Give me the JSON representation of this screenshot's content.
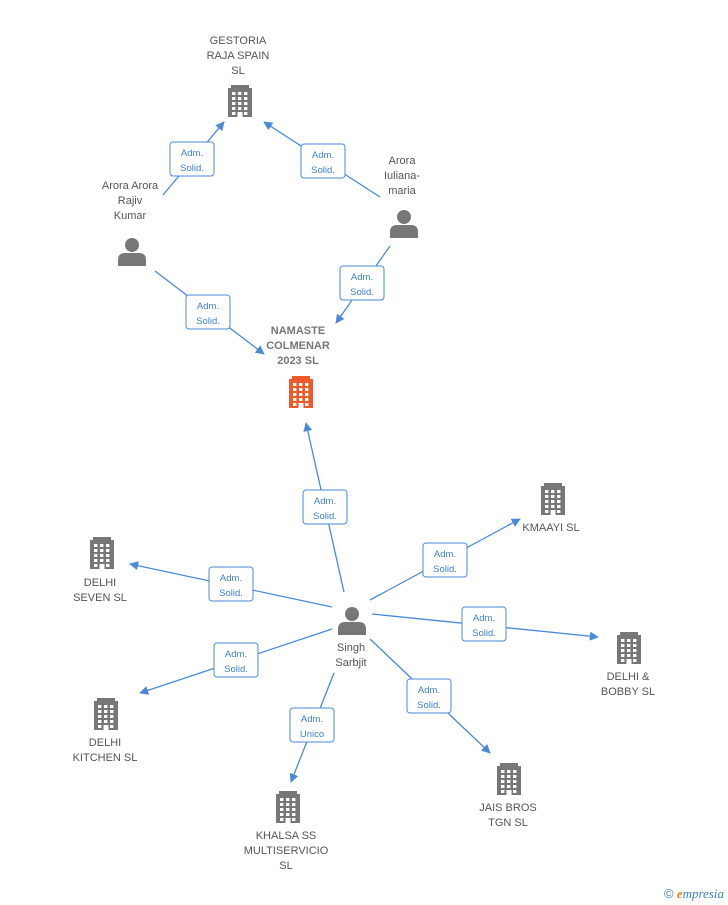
{
  "colors": {
    "edge": "#4a8ad8",
    "company": "#777777",
    "focus_company": "#f05a28",
    "person": "#777777"
  },
  "nodes": [
    {
      "id": "gestoria",
      "kind": "company",
      "icon": "building-icon",
      "lines": [
        "GESTORIA",
        "RAJA SPAIN",
        "SL"
      ]
    },
    {
      "id": "namaste",
      "kind": "focus",
      "icon": "building-icon",
      "lines": [
        "NAMASTE",
        "COLMENAR",
        "2023  SL"
      ]
    },
    {
      "id": "arora_rajiv",
      "kind": "person",
      "icon": "person-icon",
      "lines": [
        "Arora Arora",
        "Rajiv",
        "Kumar"
      ]
    },
    {
      "id": "arora_iuliana",
      "kind": "person",
      "icon": "person-icon",
      "lines": [
        "Arora",
        "Iuliana-",
        "maria"
      ]
    },
    {
      "id": "singh",
      "kind": "person",
      "icon": "person-icon",
      "lines": [
        "Singh",
        "Sarbjit"
      ]
    },
    {
      "id": "kmaayi",
      "kind": "company",
      "icon": "building-icon",
      "lines": [
        "KMAAYI  SL"
      ]
    },
    {
      "id": "delhi_seven",
      "kind": "company",
      "icon": "building-icon",
      "lines": [
        "DELHI",
        "SEVEN  SL"
      ]
    },
    {
      "id": "delhi_bobby",
      "kind": "company",
      "icon": "building-icon",
      "lines": [
        "DELHI &",
        "BOBBY  SL"
      ]
    },
    {
      "id": "delhi_kitchen",
      "kind": "company",
      "icon": "building-icon",
      "lines": [
        "DELHI",
        "KITCHEN  SL"
      ]
    },
    {
      "id": "jais_bros",
      "kind": "company",
      "icon": "building-icon",
      "lines": [
        "JAIS BROS",
        "TGN  SL"
      ]
    },
    {
      "id": "khalsa",
      "kind": "company",
      "icon": "building-icon",
      "lines": [
        "KHALSA SS",
        "MULTISERVICIO",
        "SL"
      ]
    }
  ],
  "edges": [
    {
      "from": "arora_rajiv",
      "to": "gestoria",
      "label": [
        "Adm.",
        "Solid."
      ]
    },
    {
      "from": "arora_iuliana",
      "to": "gestoria",
      "label": [
        "Adm.",
        "Solid."
      ]
    },
    {
      "from": "arora_rajiv",
      "to": "namaste",
      "label": [
        "Adm.",
        "Solid."
      ]
    },
    {
      "from": "arora_iuliana",
      "to": "namaste",
      "label": [
        "Adm.",
        "Solid."
      ]
    },
    {
      "from": "singh",
      "to": "namaste",
      "label": [
        "Adm.",
        "Solid."
      ]
    },
    {
      "from": "singh",
      "to": "kmaayi",
      "label": [
        "Adm.",
        "Solid."
      ]
    },
    {
      "from": "singh",
      "to": "delhi_seven",
      "label": [
        "Adm.",
        "Solid."
      ]
    },
    {
      "from": "singh",
      "to": "delhi_bobby",
      "label": [
        "Adm.",
        "Solid."
      ]
    },
    {
      "from": "singh",
      "to": "delhi_kitchen",
      "label": [
        "Adm.",
        "Solid."
      ]
    },
    {
      "from": "singh",
      "to": "jais_bros",
      "label": [
        "Adm.",
        "Solid."
      ]
    },
    {
      "from": "singh",
      "to": "khalsa",
      "label": [
        "Adm.",
        "Unico"
      ]
    }
  ],
  "footer": {
    "copyright": "©",
    "brand_initial": "e",
    "brand_rest": "mpresia"
  }
}
